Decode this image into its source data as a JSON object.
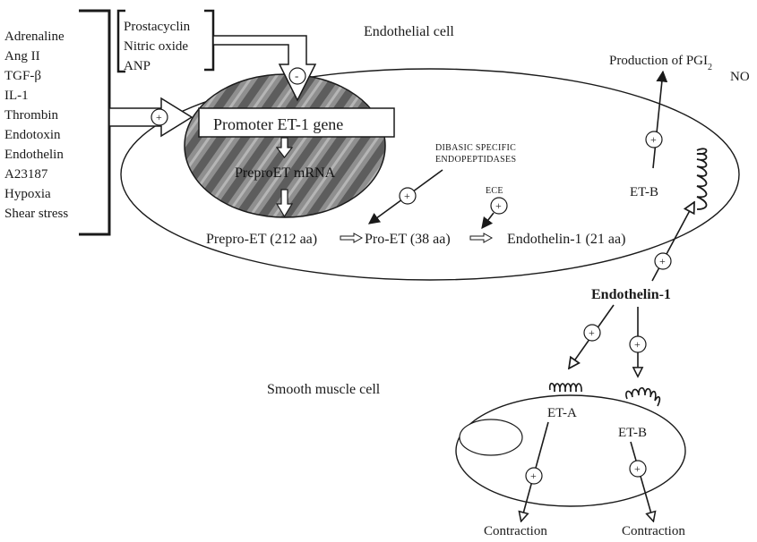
{
  "stimulators": [
    "Adrenaline",
    "Ang II",
    "TGF-β",
    "IL-1",
    "Thrombin",
    "Endotoxin",
    "Endothelin",
    "A23187",
    "Hypoxia",
    "Shear stress"
  ],
  "inhibitors": [
    "Prostacyclin",
    "Nitric oxide",
    "ANP"
  ],
  "endothelial_cell_label": "Endothelial cell",
  "promoter_label": "Promoter ET-1 gene",
  "mrna_label": "PreproET mRNA",
  "endopeptidase_label": [
    "DIBASIC SPECIFIC",
    "ENDOPEPTIDASES"
  ],
  "ece_label": "ECE",
  "prepro_label": "Prepro-ET (212 aa)",
  "pro_label": "Pro-ET (38 aa)",
  "endothelin_internal_label": "Endothelin-1 (21 aa)",
  "production_label": "Production of PGI",
  "production_sub": "2",
  "no_label": "NO",
  "etb_endothelial_label": "ET-B",
  "endothelin_label": "Endothelin-1",
  "smooth_muscle_label": "Smooth muscle cell",
  "eta_label": "ET-A",
  "etb_muscle_label": "ET-B",
  "contraction_left": "Contraction",
  "contraction_right": "Contraction",
  "signs": {
    "plus": "+",
    "minus": "-"
  }
}
